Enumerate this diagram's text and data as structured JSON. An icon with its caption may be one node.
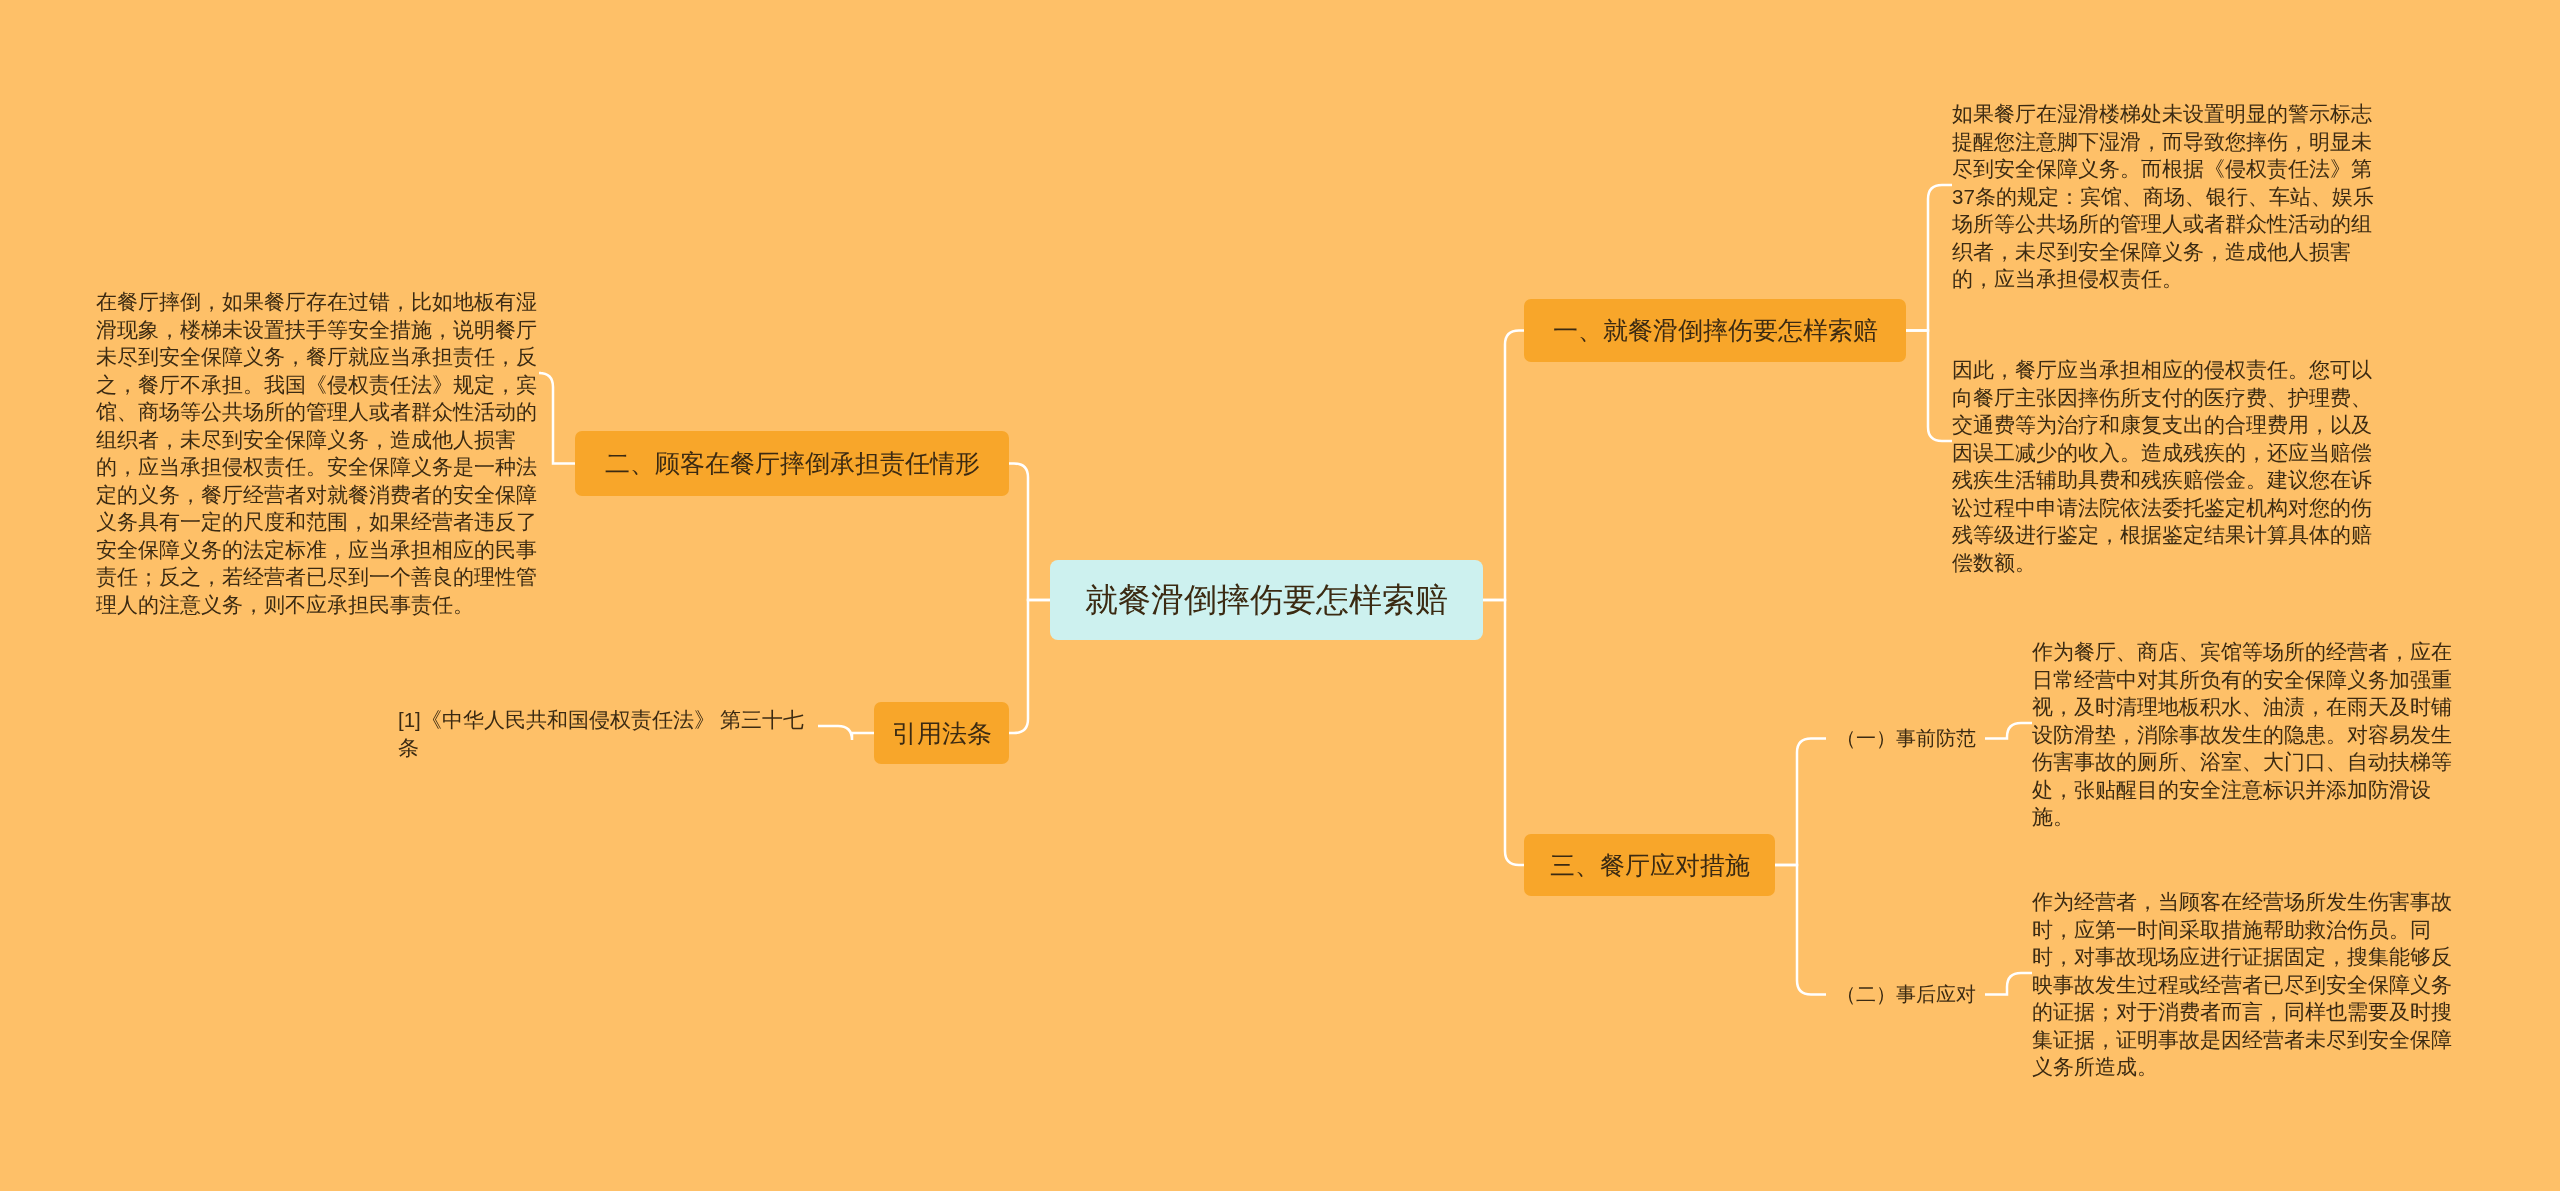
{
  "diagram": {
    "nodes": [
      {
        "text": [
          "就餐滑倒摔伤要怎样索赔"
        ]
      },
      {
        "text": [
          "一、就餐滑倒摔伤要怎样索赔"
        ]
      },
      {
        "text": [
          "如果餐厅在湿滑楼梯处未设置明显的警示标志提醒您注意脚下湿滑，而导致您摔伤，明显未尽到安全保障义务。而根据《侵权责任法》第37条的规定：宾馆、商场、银行、车站、娱乐场所等公共场所的管理人或者群众性活动的组织者，未尽到安全保障义务，造成他人损害的，应当承担侵权责任。"
        ]
      },
      {
        "text": [
          "因此，餐厅应当承担相应的侵权责任。您可以向餐厅主张因摔伤所支付的医疗费、护理费、交通费等为治疗和康复支出的合理费用，以及因误工减少的收入。造成残疾的，还应当赔偿残疾生活辅助具费和残疾赔偿金。建议您在诉讼过程中申请法院依法委托鉴定机构对您的伤残等级进行鉴定，根据鉴定结果计算具体的赔偿数额。"
        ]
      },
      {
        "text": [
          "三、餐厅应对措施"
        ]
      },
      {
        "text": [
          "（一）事前防范"
        ]
      },
      {
        "text": [
          "作为餐厅、商店、宾馆等场所的经营者，应在日常经营中对其所负有的安全保障义务加强重视，及时清理地板积水、油渍，在雨天及时铺设防滑垫，消除事故发生的隐患。对容易发生伤害事故的厕所、浴室、大门口、自动扶梯等处，张贴醒目的安全注意标识并添加防滑设施。"
        ]
      },
      {
        "text": [
          "（二）事后应对"
        ]
      },
      {
        "text": [
          "作为经营者，当顾客在经营场所发生伤害事故时，应第一时间采取措施帮助救治伤员。同时，对事故现场应进行证据固定，搜集能够反映事故发生过程或经营者已尽到安全保障义务的证据；对于消费者而言，同样也需要及时搜集证据，证明事故是因经营者未尽到安全保障义务所造成。"
        ]
      },
      {
        "text": [
          "二、顾客在餐厅摔倒承担责任情形"
        ]
      },
      {
        "text": [
          "在餐厅摔倒，如果餐厅存在过错，比如地板有湿滑现象，楼梯未设置扶手等安全措施，说明餐厅未尽到安全保障义务，餐厅就应当承担责任，反之，餐厅不承担。我国《侵权责任法》规定，宾馆、商场等公共场所的管理人或者群众性活动的组织者，未尽到安全保障义务，造成他人损害的，应当承担侵权责任。安全保障义务是一种法定的义务，餐厅经营者对就餐消费者的安全保障义务具有一定的尺度和范围，如果经营者违反了安全保障义务的法定标准，应当承担相应的民事责任；反之，若经营者已尽到一个善良的理性管理人的注意义务，则不应承担民事责任。"
        ]
      },
      {
        "text": [
          "引用法条"
        ]
      },
      {
        "text": [
          "[1]《中华人民共和国侵权责任法》 第三十七条"
        ]
      }
    ],
    "edges": [
      {
        "from": 0,
        "to": 1,
        "arrow": "none"
      },
      {
        "from": 0,
        "to": 4,
        "arrow": "none"
      },
      {
        "from": 1,
        "to": 2,
        "arrow": "none"
      },
      {
        "from": 1,
        "to": 3,
        "arrow": "none"
      },
      {
        "from": 4,
        "to": 5,
        "arrow": "none"
      },
      {
        "from": 4,
        "to": 7,
        "arrow": "none"
      },
      {
        "from": 5,
        "to": 6,
        "arrow": "none"
      },
      {
        "from": 7,
        "to": 8,
        "arrow": "none"
      },
      {
        "from": 0,
        "to": 9,
        "arrow": "none"
      },
      {
        "from": 0,
        "to": 11,
        "arrow": "none"
      },
      {
        "from": 9,
        "to": 10,
        "arrow": "none"
      },
      {
        "from": 11,
        "to": 12,
        "arrow": "none"
      }
    ]
  }
}
